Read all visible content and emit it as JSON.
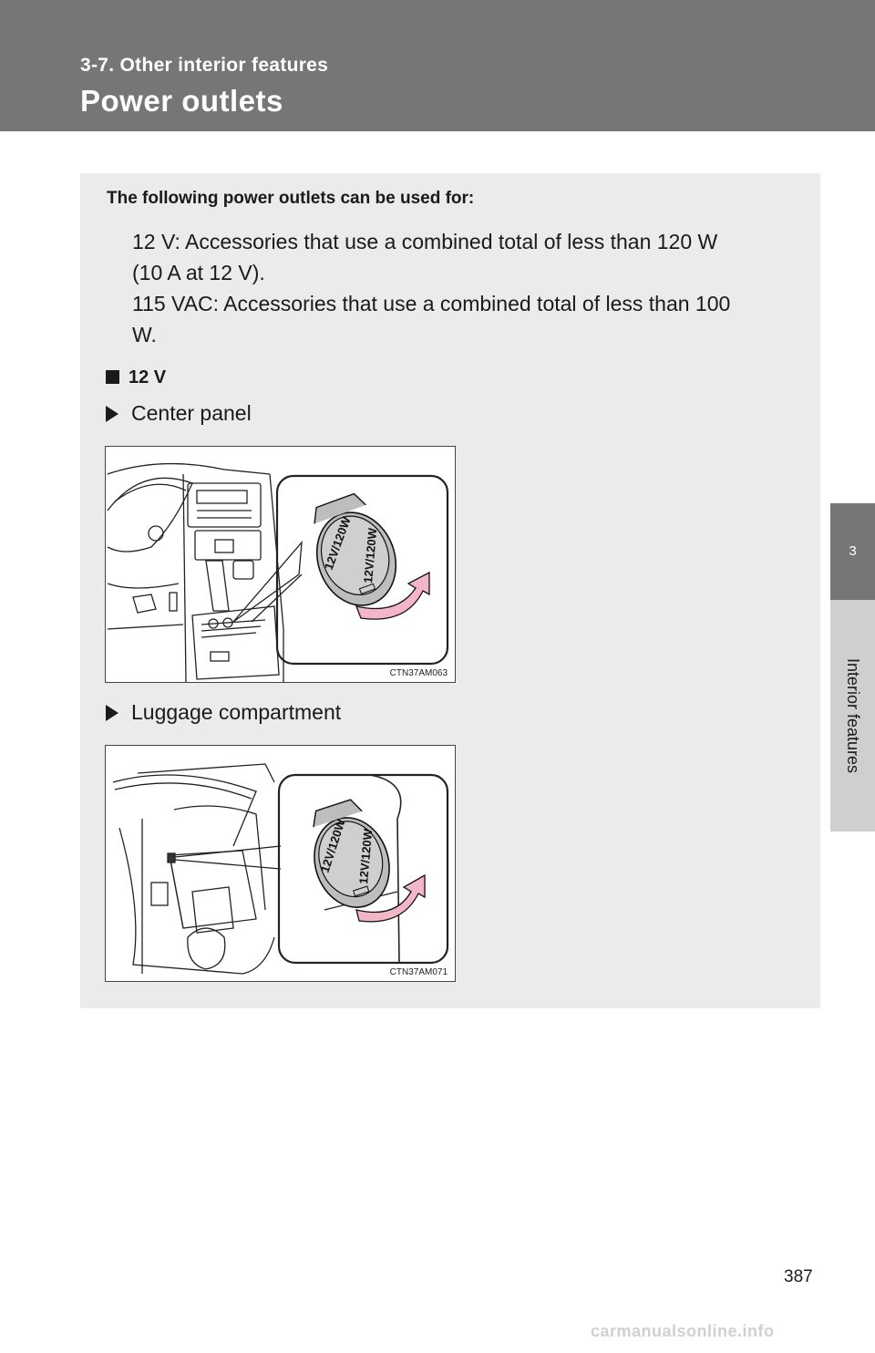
{
  "header": {
    "section": "3-7. Other interior features",
    "title": "Power outlets"
  },
  "side_tab": {
    "number": "3",
    "label": "Interior features"
  },
  "content": {
    "intro": "The following power outlets can be used for:",
    "para1_line1": "12 V: Accessories that use a combined total of less than 120 W",
    "para1_line2": "(10 A at 12 V).",
    "para2_line1": "115 VAC: Accessories that use a combined total of less than 100",
    "para2_line2": "W.",
    "section_12v": "12 V",
    "bullet_center": "Center panel",
    "bullet_luggage": "Luggage compartment",
    "figure1_code": "CTN37AM063",
    "figure2_code": "CTN37AM071",
    "cap_label": "12V/120W"
  },
  "page_number": "387",
  "watermark": "carmanualsonline.info"
}
